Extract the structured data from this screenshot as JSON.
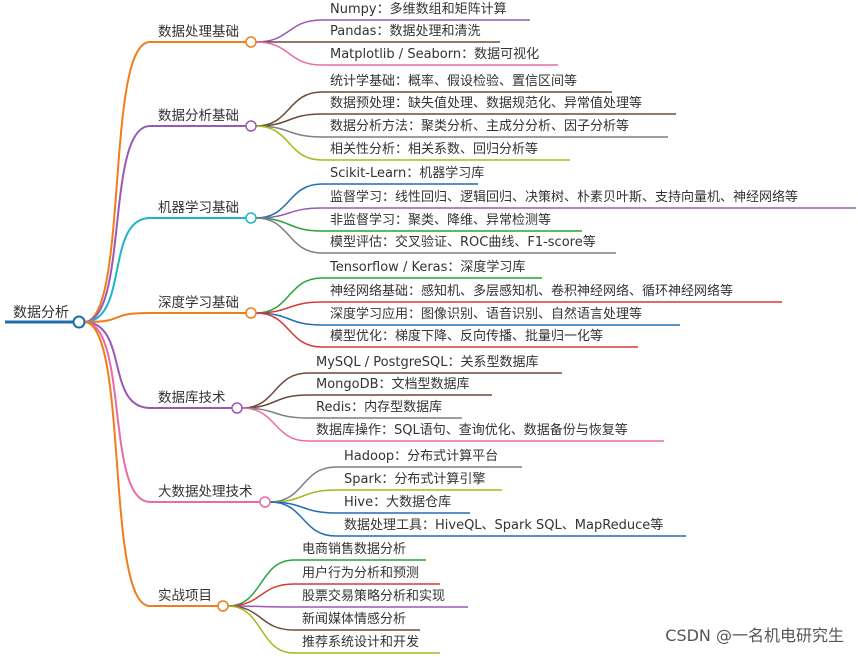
{
  "root": {
    "label": "数据分析"
  },
  "watermark": "CSDN @一名机电研究生",
  "colors": {
    "root": "#1e6fa8",
    "branches": [
      "#f07d1c",
      "#9b59b6",
      "#1fb5c8",
      "#f07d1c",
      "#9b59b6",
      "#e86aa8",
      "#f07d1c"
    ],
    "leafs": [
      "#9b59b6",
      "#6e4a3a",
      "#e86aa8",
      "#a6b81e",
      "#1f6fb5",
      "#27a33a",
      "#d93838",
      "#7f7f7f"
    ]
  },
  "branches": [
    {
      "label": "数据处理基础",
      "children": [
        "Numpy：多维数组和矩阵计算",
        "Pandas：数据处理和清洗",
        "Matplotlib / Seaborn：数据可视化"
      ]
    },
    {
      "label": "数据分析基础",
      "children": [
        "统计学基础：概率、假设检验、置信区间等",
        "数据预处理：缺失值处理、数据规范化、异常值处理等",
        "数据分析方法：聚类分析、主成分分析、因子分析等",
        "相关性分析：相关系数、回归分析等"
      ]
    },
    {
      "label": "机器学习基础",
      "children": [
        "Scikit-Learn：机器学习库",
        "监督学习：线性回归、逻辑回归、决策树、朴素贝叶斯、支持向量机、神经网络等",
        "非监督学习：聚类、降维、异常检测等",
        "模型评估：交叉验证、ROC曲线、F1-score等"
      ]
    },
    {
      "label": "深度学习基础",
      "children": [
        "Tensorflow / Keras：深度学习库",
        "神经网络基础：感知机、多层感知机、卷积神经网络、循环神经网络等",
        "深度学习应用：图像识别、语音识别、自然语言处理等",
        "模型优化：梯度下降、反向传播、批量归一化等"
      ]
    },
    {
      "label": "数据库技术",
      "children": [
        "MySQL / PostgreSQL：关系型数据库",
        "MongoDB：文档型数据库",
        "Redis：内存型数据库",
        "数据库操作：SQL语句、查询优化、数据备份与恢复等"
      ]
    },
    {
      "label": "大数据处理技术",
      "children": [
        "Hadoop：分布式计算平台",
        "Spark：分布式计算引擎",
        "Hive：大数据仓库",
        "数据处理工具：HiveQL、Spark SQL、MapReduce等"
      ]
    },
    {
      "label": "实战项目",
      "children": [
        "电商销售数据分析",
        "用户行为分析和预测",
        "股票交易策略分析和实现",
        "新闻媒体情感分析",
        "推荐系统设计和开发"
      ]
    }
  ]
}
